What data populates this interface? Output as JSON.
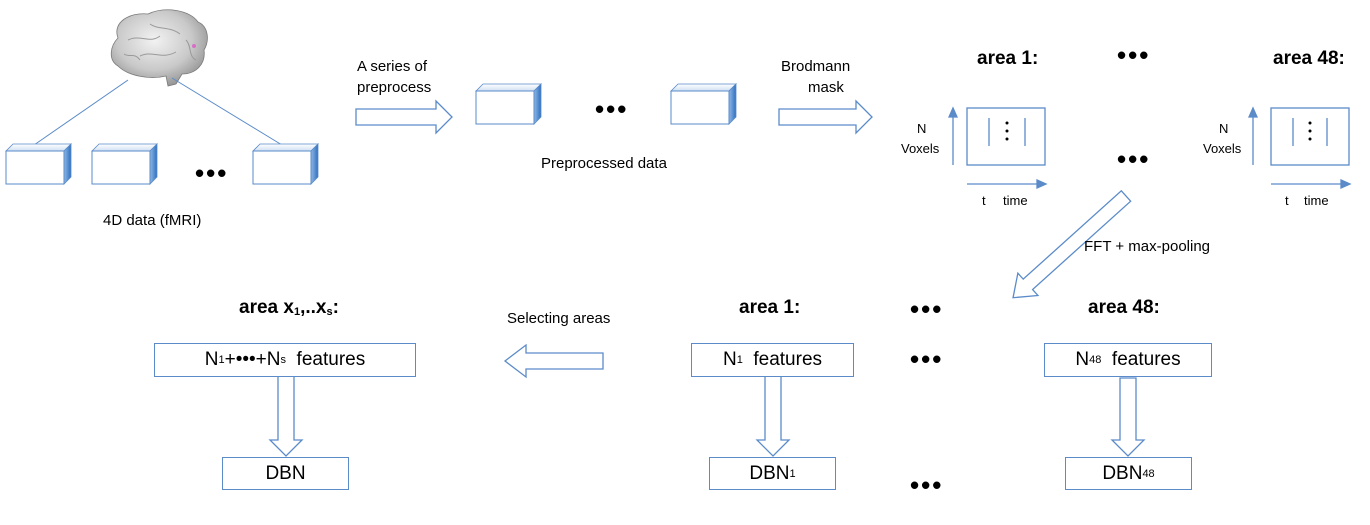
{
  "top": {
    "data_label": "4D data (fMRI)",
    "preprocess_label_1": "A  series of",
    "preprocess_label_2": "preprocess",
    "preprocessed_label": "Preprocessed data",
    "mask_label_1": "Brodmann",
    "mask_label_2": "mask",
    "ellipsis": "•••",
    "area_first": "area 1:",
    "area_last": "area 48:",
    "axis_n": "N",
    "axis_voxels": "Voxels",
    "axis_t": "t",
    "axis_time": "time",
    "fft_label": "FFT + max-pooling"
  },
  "bottom": {
    "area_selected_prefix": "area x",
    "area_selected_sub1": "1",
    "area_selected_mid": ",..x",
    "area_selected_subs": "s",
    "area_selected_suffix": ":",
    "selecting_label": "Selecting areas",
    "area_first": "area 1:",
    "area_last": "area 48:",
    "feat_sel_a": "N",
    "feat_sel_sub1": "1",
    "feat_sel_b": "+•••+N",
    "feat_sel_subs": "s",
    "feat_sel_c": "  features",
    "feat1_a": "N",
    "feat1_sub": "1",
    "feat1_b": "  features",
    "feat48_a": "N",
    "feat48_sub": "48",
    "feat48_b": "  features",
    "dbn": "DBN",
    "dbn1_a": "DBN",
    "dbn1_sub": "1",
    "dbn48_a": "DBN",
    "dbn48_sub": "48",
    "ellipsis": "•••"
  },
  "colors": {
    "stroke": "#5b8bc9",
    "cube_face": "#ffffff",
    "cube_side": "#3a7cc7",
    "brain": "#c8c8c8"
  }
}
